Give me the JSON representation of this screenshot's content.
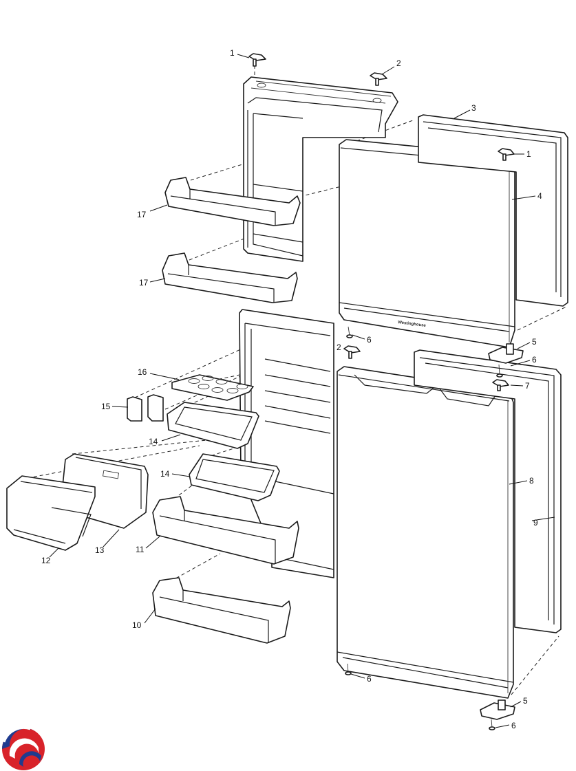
{
  "diagram": {
    "brand_text": "Westinghouse",
    "callouts": [
      "1",
      "2",
      "3",
      "1",
      "4",
      "17",
      "17",
      "6",
      "2",
      "5",
      "6",
      "7",
      "16",
      "15",
      "14",
      "14",
      "8",
      "9",
      "11",
      "12",
      "13",
      "10",
      "6",
      "5",
      "6"
    ]
  },
  "colors": {
    "line": "#1a1a1a",
    "logo_red": "#d8232a",
    "logo_blue": "#1f3b8f"
  },
  "logo": {
    "icon": "company-logo-icon"
  }
}
